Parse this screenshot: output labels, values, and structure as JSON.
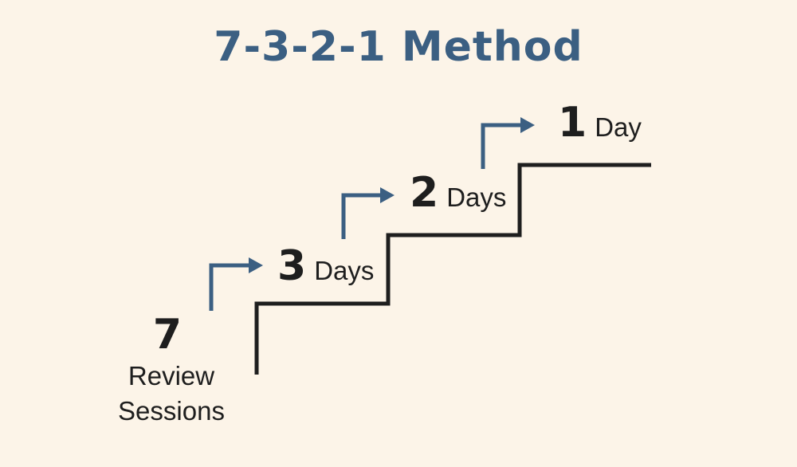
{
  "title": "7-3-2-1 Method",
  "colors": {
    "background": "#fcf4e8",
    "title": "#3b5f82",
    "arrow": "#3b5f82",
    "stairs": "#1e1e1e",
    "text": "#1e1e1e"
  },
  "start": {
    "number": "7",
    "line1": "Review",
    "line2": "Sessions"
  },
  "steps": [
    {
      "number": "3",
      "unit": "Days"
    },
    {
      "number": "2",
      "unit": "Days"
    },
    {
      "number": "1",
      "unit": "Day"
    }
  ],
  "icons": [
    "arrow-icon",
    "arrow-icon",
    "arrow-icon"
  ]
}
